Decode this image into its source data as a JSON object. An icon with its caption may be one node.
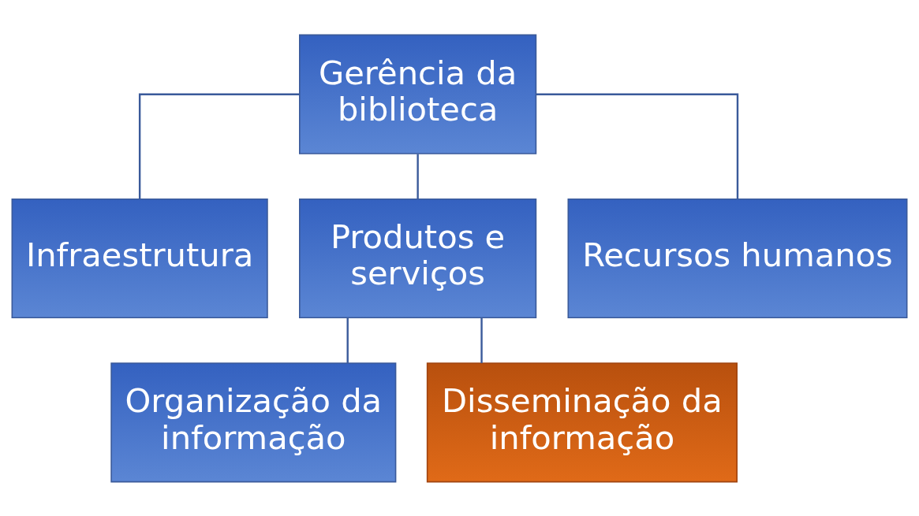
{
  "diagram": {
    "nodes": [
      {
        "text": [
          "Gerência da biblioteca"
        ]
      },
      {
        "text": [
          "Infraestrutura"
        ]
      },
      {
        "text": [
          "Produtos e serviços"
        ]
      },
      {
        "text": [
          "Recursos humanos"
        ]
      },
      {
        "text": [
          "Organização da informação"
        ]
      },
      {
        "text": [
          "Disseminação da informação"
        ]
      }
    ],
    "edges": [
      {
        "from": 0,
        "to": 1,
        "arrow": "none"
      },
      {
        "from": 0,
        "to": 2,
        "arrow": "none"
      },
      {
        "from": 0,
        "to": 3,
        "arrow": "none"
      },
      {
        "from": 2,
        "to": 4,
        "arrow": "none"
      },
      {
        "from": 2,
        "to": 5,
        "arrow": "none"
      }
    ]
  }
}
